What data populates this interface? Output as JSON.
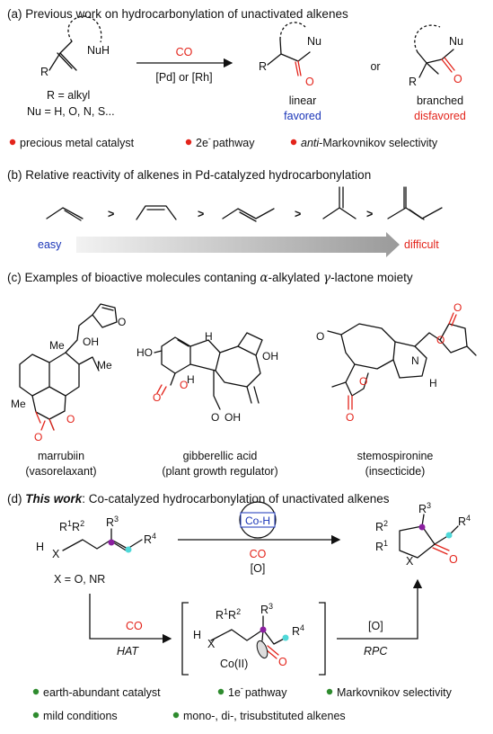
{
  "sections": {
    "a": {
      "title": "(a) Previous work on hydrocarbonylation of unactivated alkenes",
      "reagent_top": "CO",
      "reagent_bottom": "[Pd] or [Rh]",
      "substrate_nuh": "NuH",
      "substrate_r": "R",
      "r_def": "R = alkyl",
      "nu_def": "Nu = H, O, N, S...",
      "linear_label": "linear",
      "linear_note": "favored",
      "or_text": "or",
      "branched_label": "branched",
      "branched_note": "disfavored",
      "nu_atom": "Nu",
      "o_atom": "O",
      "bullets": [
        "precious metal catalyst",
        "2e",
        "pathway",
        "anti",
        "-Markovnikov selectivity"
      ],
      "superscript_minus": "-"
    },
    "b": {
      "title": "(b) Relative reactivity of alkenes in Pd-catalyzed hydrocarbonylation",
      "gt": ">",
      "easy": "easy",
      "difficult": "difficult"
    },
    "c": {
      "title_pre": "(c) Examples of bioactive molecules contaning ",
      "alpha": "α",
      "title_mid": "-alkylated ",
      "gamma": "γ",
      "title_post": "-lactone moiety",
      "mol1_name": "marrubiin",
      "mol1_use": "(vasorelaxant)",
      "mol2_name": "gibberellic acid",
      "mol2_use": "(plant growth regulator)",
      "mol3_name": "stemospironine",
      "mol3_use": "(insecticide)",
      "atoms": {
        "me": "Me",
        "oh": "OH",
        "h": "H",
        "ho": "HO",
        "o": "O",
        "n": "N"
      }
    },
    "d": {
      "title_bold": "This work",
      "title_pre": "(d) ",
      "title_post": ": Co-catalyzed hydrocarbonylation of unactivated alkenes",
      "catalyst": "Co-H",
      "co": "CO",
      "oxidant": "[O]",
      "x_def": "X = O, NR",
      "hat": "HAT",
      "rpc": "RPC",
      "co_ii": "Co(II)",
      "r1": "R",
      "r2": "R",
      "r3": "R",
      "r4": "R",
      "sup1": "1",
      "sup2": "2",
      "sup3": "3",
      "sup4": "4",
      "h_atom": "H",
      "x_atom": "X",
      "o_atom": "O",
      "bullets": [
        "earth-abundant catalyst",
        "1e",
        "pathway",
        "Markovnikov selectivity",
        "mild conditions",
        "mono-, di-, trisubstituted alkenes"
      ]
    }
  },
  "colors": {
    "red": "#e3241b",
    "blue": "#1a35b8",
    "green": "#2e8b2e",
    "purple": "#8b1fa0",
    "cyan": "#4fd8d8"
  }
}
